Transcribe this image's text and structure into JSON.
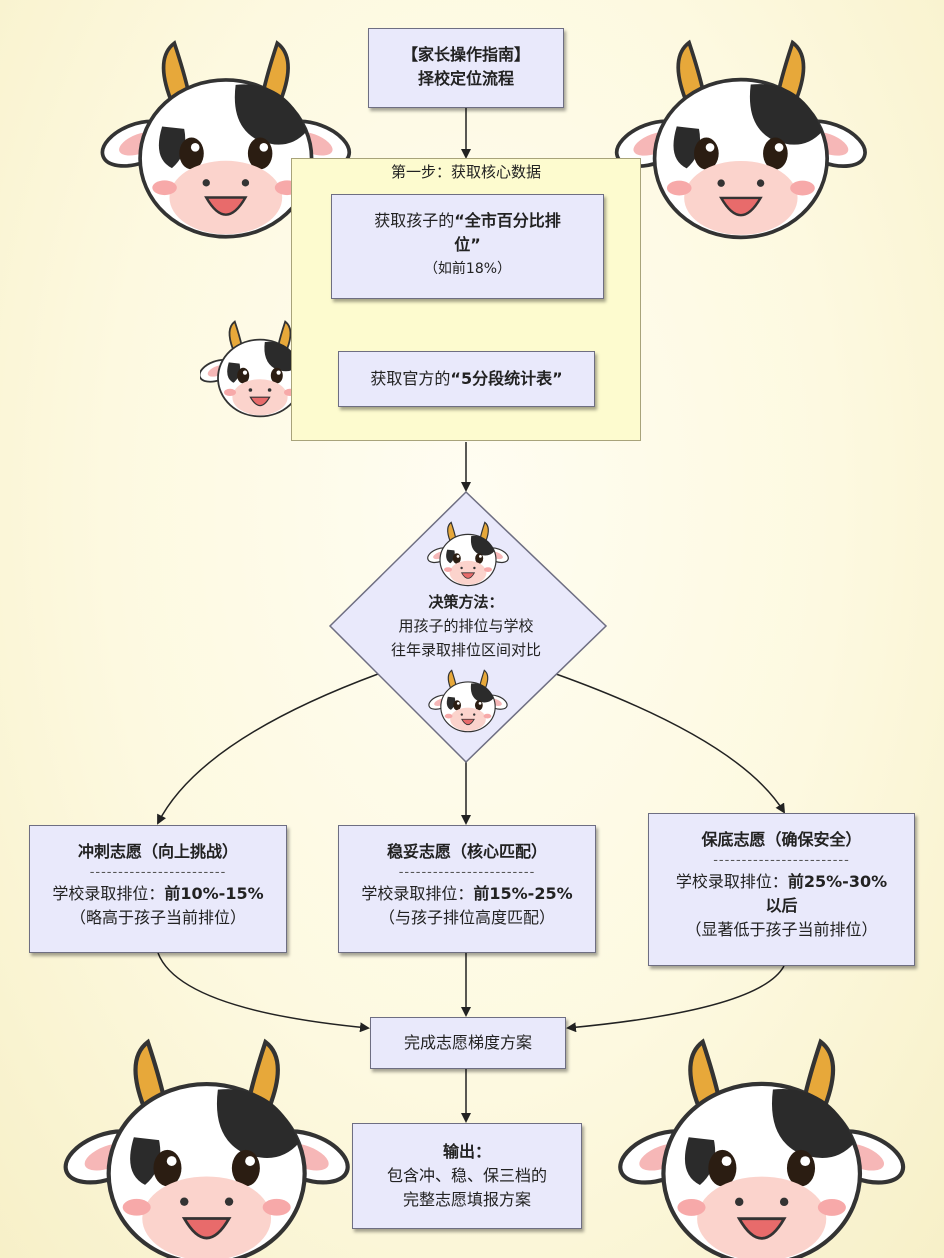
{
  "title": {
    "line1": "【家长操作指南】",
    "line2": "择校定位流程"
  },
  "step1": {
    "label": "第一步：获取核心数据",
    "box1": {
      "prefix": "获取孩子的",
      "bold1": "“全市百分比排",
      "bold2": "位”",
      "note": "（如前18%）"
    },
    "box2": {
      "prefix": "获取官方的",
      "bold": "“5分段统计表”"
    }
  },
  "decision": {
    "title": "决策方法：",
    "line1": "用孩子的排位与学校",
    "line2": "往年录取排位区间对比"
  },
  "options": [
    {
      "title": "冲刺志愿（向上挑战）",
      "divider": "------------------------",
      "line1_prefix": "学校录取排位：",
      "line1_value": "前10%-15%",
      "line2": "（略高于孩子当前排位）"
    },
    {
      "title": "稳妥志愿（核心匹配）",
      "divider": "------------------------",
      "line1_prefix": "学校录取排位：",
      "line1_value": "前15%-25%",
      "line2": "（与孩子排位高度匹配）"
    },
    {
      "title": "保底志愿（确保安全）",
      "divider": "------------------------",
      "line1_prefix": "学校录取排位：",
      "line1_value": "前25%-30%",
      "line1b": "以后",
      "line2": "（显著低于孩子当前排位）"
    }
  ],
  "complete": "完成志愿梯度方案",
  "output": {
    "title": "输出：",
    "line1": "包含冲、稳、保三档的",
    "line2": "完整志愿填报方案"
  },
  "colors": {
    "box_fill": "#e9e9fb",
    "group_fill": "#fdfbcf",
    "background": "#fdf9e0"
  }
}
